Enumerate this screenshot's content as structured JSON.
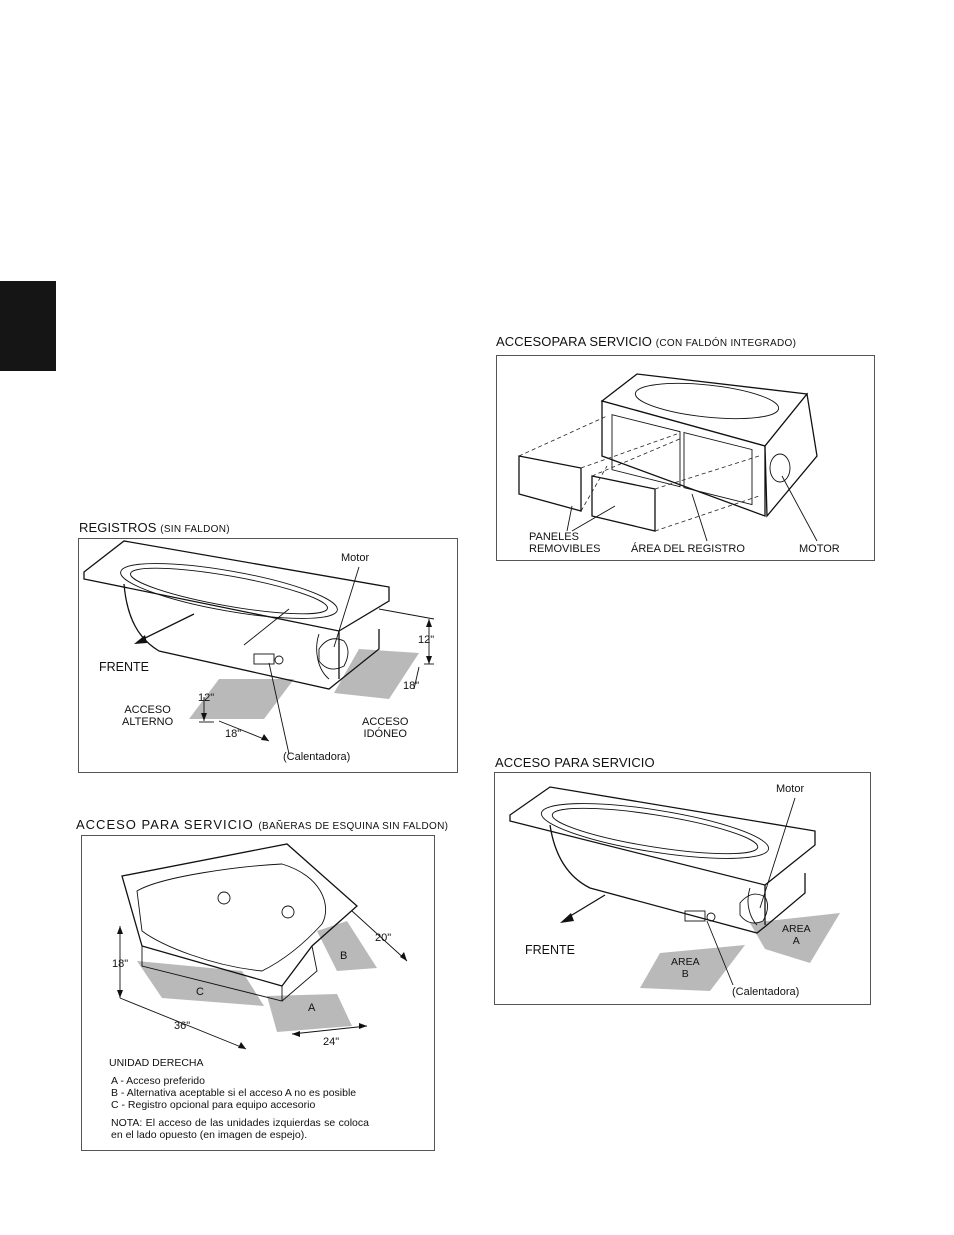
{
  "tab_marker": "",
  "section_registros": {
    "title": "REGISTROS",
    "subtitle": "(SIN FALDON)",
    "labels": {
      "motor": "Motor",
      "frente": "FRENTE",
      "acceso_alterno": "ACCESO\nALTERNO",
      "acceso_idoneo": "ACCESO\nIDÓNEO",
      "calentadora": "(Calentadora)",
      "dim_12_right": "12\"",
      "dim_18_right": "18\"",
      "dim_12_left": "12\"",
      "dim_18_bottom": "18\""
    }
  },
  "section_integrado": {
    "title": "ACCESOPARA SERVICIO",
    "subtitle": "(CON FALDÓN INTEGRADO)",
    "labels": {
      "paneles": "PANELES\nREMOVIBLES",
      "area_registro": "ÁREA DEL REGISTRO",
      "motor": "MOTOR"
    }
  },
  "section_esquina": {
    "title": "ACCESO  PARA  SERVICIO",
    "subtitle": "(BAÑERAS DE ESQUINA SIN FALDON)",
    "labels": {
      "dim_18": "18\"",
      "dim_20": "20\"",
      "dim_36": "36\"",
      "dim_24": "24\"",
      "a": "A",
      "b": "B",
      "c": "C"
    },
    "unit_title": "UNIDAD DERECHA",
    "legend": [
      "A - Acceso preferido",
      "B - Alternativa aceptable si el acceso A no es  posible",
      "C - Registro opcional para equipo accesorio"
    ],
    "nota": "NOTA:  El  acceso  de  las  unidades  izquierdas se coloca en el lado opuesto (en imagen de espejo)."
  },
  "section_servicio": {
    "title": "ACCESO PARA SERVICIO",
    "labels": {
      "motor": "Motor",
      "frente": "FRENTE",
      "area_a": "AREA\nA",
      "area_b": "AREA\nB",
      "calentadora": "(Calentadora)"
    }
  }
}
